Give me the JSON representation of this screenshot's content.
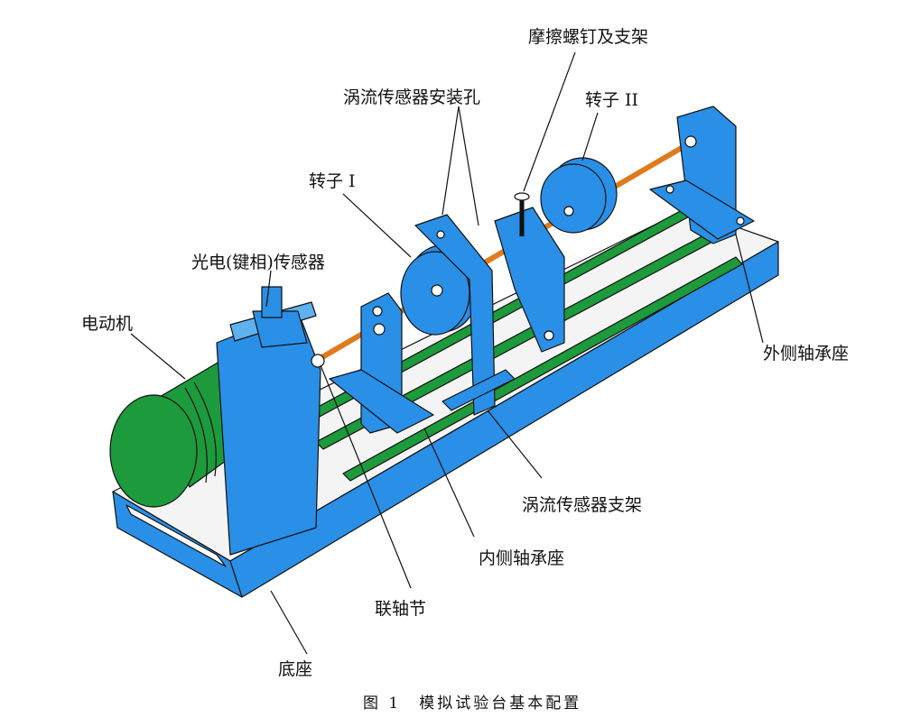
{
  "labels": {
    "friction_screw": "摩擦螺钉及支架",
    "eddy_hole": "涡流传感器安装孔",
    "rotor2": "转子 II",
    "rotor1": "转子 I",
    "photo_sensor": "光电(键相)传感器",
    "motor": "电动机",
    "outer_bearing": "外侧轴承座",
    "eddy_bracket": "涡流传感器支架",
    "inner_bearing": "内侧轴承座",
    "coupling": "联轴节",
    "base": "底座"
  },
  "caption": "图 1　模拟试验台基本配置",
  "colors": {
    "blue": "#2a8fe6",
    "green": "#1d9a3c",
    "shaft": "#e07a1e",
    "line": "#111111"
  }
}
